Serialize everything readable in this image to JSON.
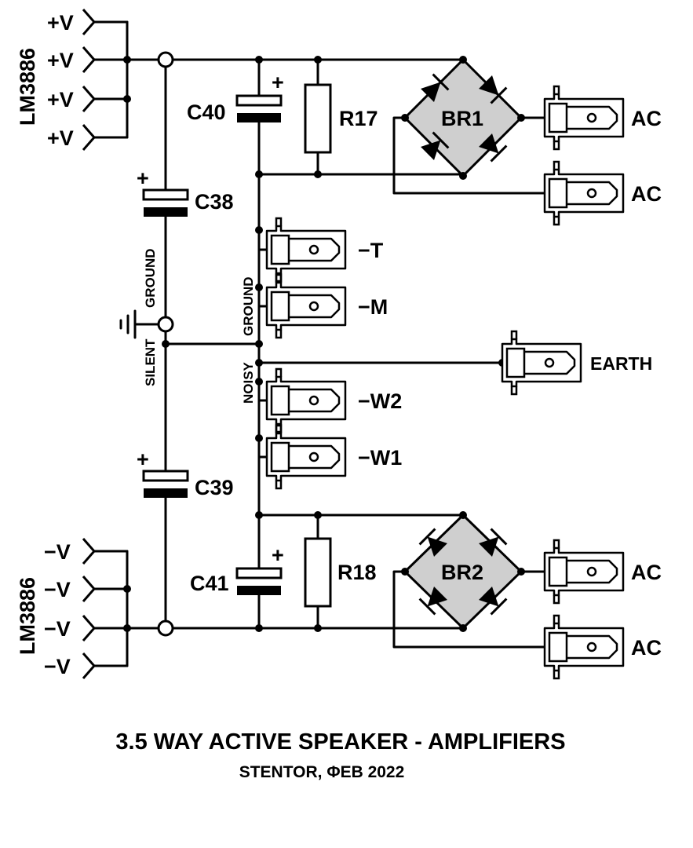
{
  "title": "3.5 WAY ACTIVE SPEAKER - AMPLIFIERS",
  "subtitle": "STENTOR, ΦΕΒ 2022",
  "chip_label_top": "LM3886",
  "chip_label_bottom": "LM3886",
  "pos_supply_pins": [
    "+V",
    "+V",
    "+V",
    "+V"
  ],
  "neg_supply_pins": [
    "−V",
    "−V",
    "−V",
    "−V"
  ],
  "components": {
    "c38": "C38",
    "c39": "C39",
    "c40": "C40",
    "c41": "C41",
    "r17": "R17",
    "r18": "R18",
    "br1": "BR1",
    "br2": "BR2"
  },
  "polarity_mark": "+",
  "ground_labels": {
    "silent_a": "SILENT",
    "silent_b": "GROUND",
    "noisy_a": "NOISY",
    "noisy_b": "GROUND"
  },
  "terminals": {
    "ac1": "AC",
    "ac2": "AC",
    "ac3": "AC",
    "ac4": "AC",
    "t": "−T",
    "m": "−M",
    "earth": "EARTH",
    "w2": "−W2",
    "w1": "−W1"
  }
}
